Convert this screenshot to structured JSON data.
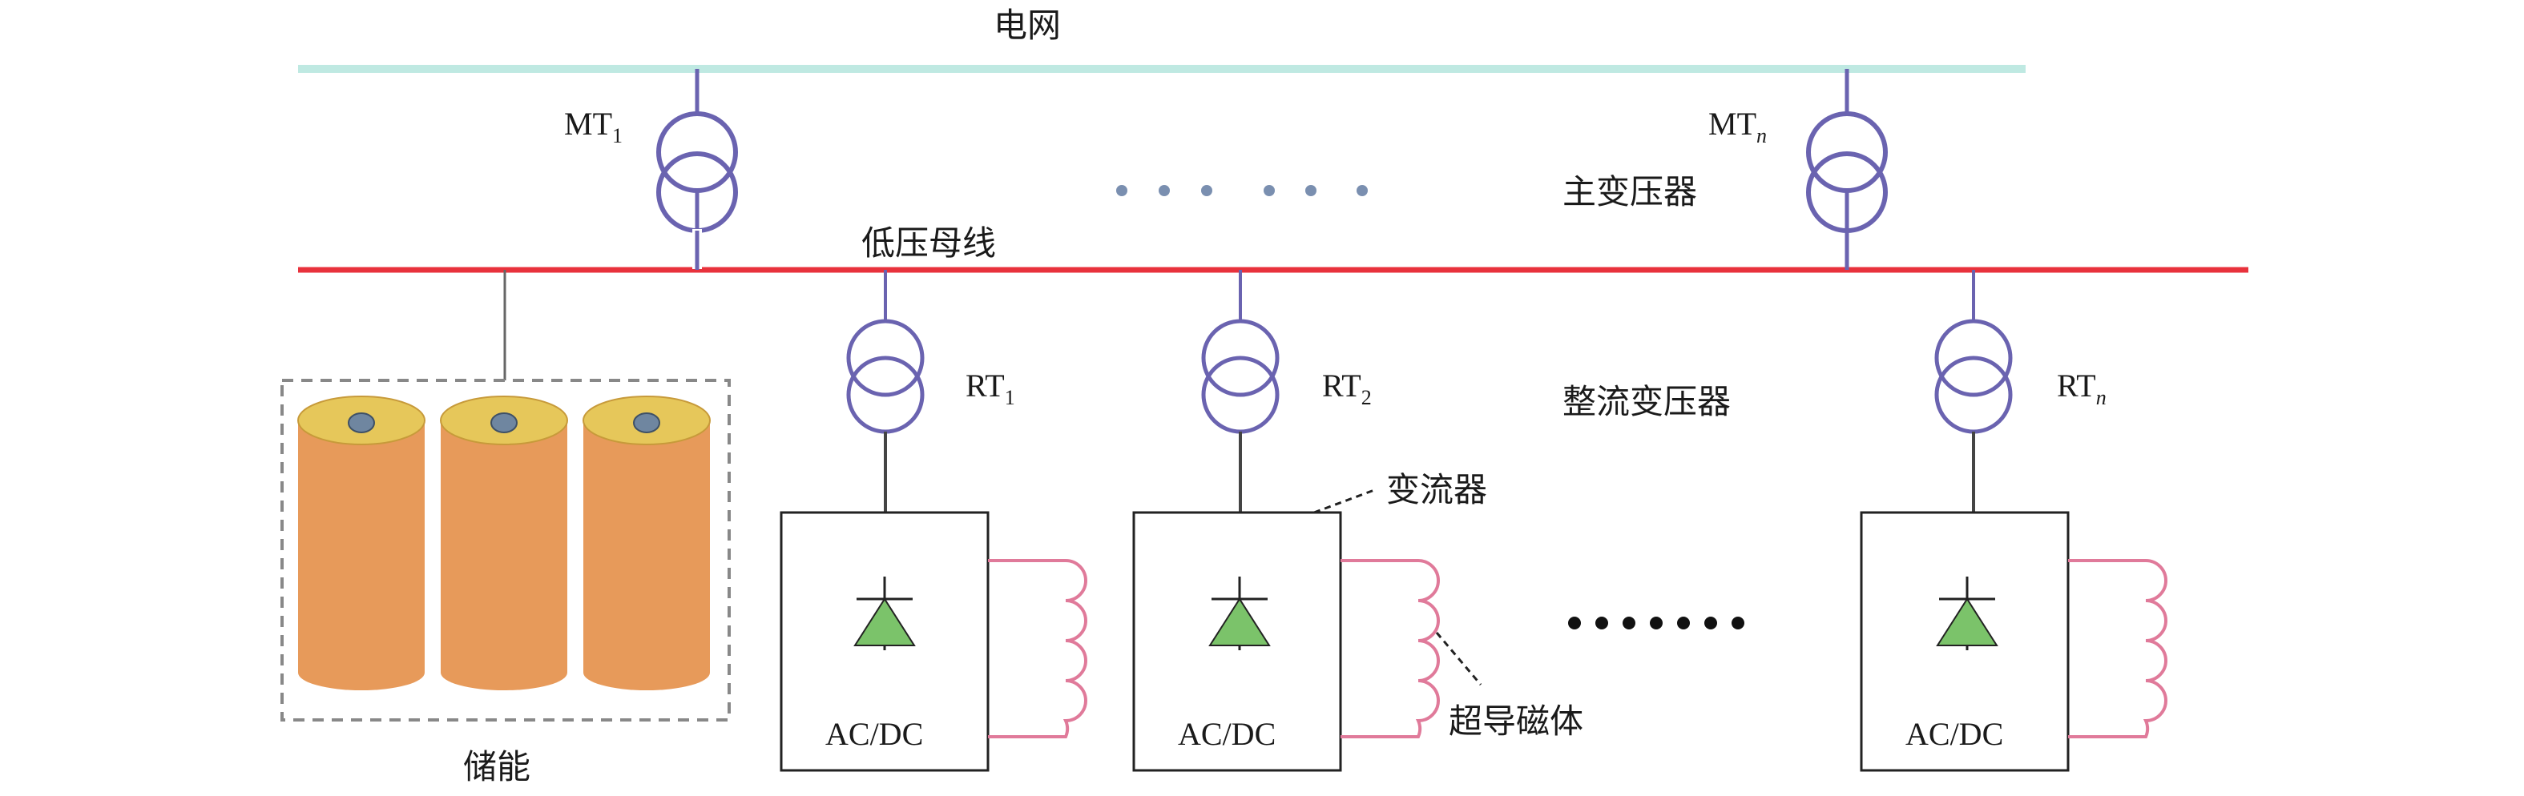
{
  "labels": {
    "grid": "电网",
    "main_transformer": "主变压器",
    "low_voltage_bus": "低压母线",
    "rectifier_transformer": "整流变压器",
    "converter": "变流器",
    "superconducting_magnet": "超导磁体",
    "energy_storage": "储能"
  },
  "main_transformers": [
    {
      "name": "MT",
      "sub": "1",
      "sub_italic": false
    },
    {
      "name": "MT",
      "sub": "n",
      "sub_italic": true
    }
  ],
  "rectifier_transformers": [
    {
      "name": "RT",
      "sub": "1",
      "sub_italic": false
    },
    {
      "name": "RT",
      "sub": "2",
      "sub_italic": false
    },
    {
      "name": "RT",
      "sub": "n",
      "sub_italic": true
    }
  ],
  "converters": [
    {
      "label": "AC/DC"
    },
    {
      "label": "AC/DC"
    },
    {
      "label": "AC/DC"
    }
  ],
  "colors": {
    "grid_line": "#bfe9e2",
    "bus_line": "#e8323c",
    "transformer": "#6a63b0",
    "battery_body": "#e79a5a",
    "battery_top": "#e6c75a",
    "battery_terminal": "#6f86a0",
    "diode": "#7bc36a",
    "coil": "#e07a9a",
    "dots": "#7a8fb0"
  }
}
